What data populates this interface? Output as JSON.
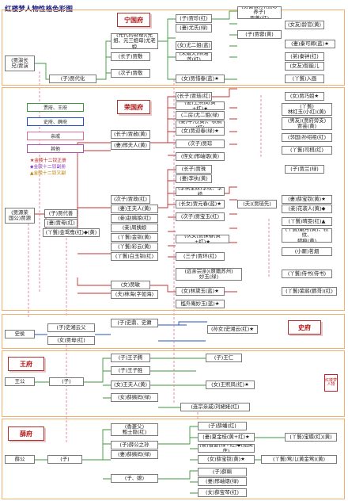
{
  "title": "红楼梦人物性格色彩图",
  "houses": {
    "ning": "宁国府",
    "rong": "荣国府",
    "shi": "史府",
    "wang": "王府",
    "xue": "薛府"
  },
  "legend": {
    "items": [
      "贾府、王府",
      "史府、薛府",
      "亲戚",
      "其他"
    ],
    "notes": [
      "★金陵十二钗正册",
      "◆金陵十二钗副册",
      "▲金陵十二钗又副"
    ]
  },
  "seal_text": "红楼梦人物",
  "nodes": {
    "jia_yan": "(贾演长\n兄)贾演",
    "jia_daihua": "(子)贾代化",
    "jia_fu": "(元代的继母)(元\n姐、元三姐母)尤老娘",
    "ning_sons": "(长子)贾敷",
    "jia_jing": "(次子)贾敬",
    "jia_zhen": "(子)贾珍(红)",
    "you_shi": "(妻)尤氏(绿)",
    "you_er": "(女)尤二姐(蓝)",
    "you_san": "(未婚夫)柳湘莲(红)",
    "jia_rong": "(贾蔷玄孙)(贾珍养子)\n贾蔷(红)",
    "jia_rong2": "(女友)龄官(黄)",
    "jia_rong3": "(子)贾蓉(黄)",
    "qin_keqing": "(妻)秦可卿(蓝)★",
    "qin_zhong": "(弟)秦钟(红)",
    "zhiyuan": "(女友)智能儿",
    "xichun": "(女)贾惜春(蓝)★",
    "ruhua": "(丫鬟)入画",
    "jia_yuan": "(贾源荣\n国公)贾源",
    "jia_daishan": "(子)贾代善",
    "jia_mu": "(妻)贾母(红)",
    "jin_yuanyang": "(丫鬟)金鸳鸯(红)◆(黄)",
    "jia_she": "(长子)贾赦(黄)",
    "xing_furen": "(妻)邢夫人(黄)",
    "jia_lian": "(长子)贾琏(红)",
    "wang_xifeng": "(妻)王熙凤(黄+红)★",
    "ping_er": "(二房)尤二姐(绿)",
    "qiu_tong": "(妾)平儿(黄)、秋桐(红)",
    "jia_qiaojie": "(女)贾巧姐★",
    "lin_honyu": "(丫鬟)\n林红玉(小红)(黄)",
    "jia_yun": "(男友)(贾府旁支)\n贾芸(黄)",
    "yingchun": "(女)贾迎春(绿)★",
    "sun_shaozu": "(邻国)孙绍祖(红)",
    "siqi": "(丫鬟)司棋(红)",
    "jia_cong": "(次子)贾琮",
    "xing_xiuyan": "(侄女)邢岫烟(黄)",
    "jia_zheng": "(次子)贾政(红)",
    "wang_furen": "(妻)王夫人(黄)",
    "zhao_yiniang": "(妾)赵姨娘(红)",
    "zhou_yiniang": "(妾)周姨娘",
    "jin_chuan": "(丫鬟)金钏(黄)",
    "cai_yun": "(丫鬟)彩云(黄)",
    "yu_chuan": "(丫鬟)白玉钏(红)",
    "jia_min": "(女)贾敏",
    "lin_ruhai": "(夫)林海(字如海)",
    "jia_zhu": "(长子)贾珠",
    "li_wan": "(妻)李纨(黄)",
    "jia_lan": "(子)贾兰(绿)",
    "li_wen": "(李纨堂妹)李纹、李绮",
    "yuanchun": "(长女)贾元春(蓝)★",
    "emperor": "(夫)(贾琏先)",
    "baoyu": "(次子)贾宝玉(红)",
    "xue_baochai": "(妻)薛宝钗(黄)★",
    "xiren": "(妾)花袭人(黄)◆",
    "qingwen": "(丫鬟)晴雯(红)▲",
    "sheyue": "(丫鬟)麝月(黄)、秋纹、\n碧痕(黄)",
    "wei_xian": "(小厮)茗烟",
    "tanchun": "(次女)贾探春(黄+红)★",
    "dai_shu": "(三子)贾环(红)",
    "shi_xiangyun": "(丫鬟)侍书(侍书)",
    "miao_yu": "(远亲宗亲)(原籍苏州)\n妙玉(绿)",
    "lin_daiyu": "(女)林黛玉(蓝)★",
    "zijuan": "(丫鬟)紫鹃(鹦哥)(红)",
    "xiangling": "槛外庵妙玉(蓝)★",
    "shi_gong": "史侯",
    "shi_ding": "(子)史鼎、史鼐",
    "shi_xu": "(子)史湘云父",
    "shi_xiangyun2": "(孙女)史湘云(红)★",
    "jia_baoyu_wife": "(女)贾母(红)",
    "wang_gong": "王公",
    "wang_son": "(子)",
    "wang_ziteng": "(子)王子腾",
    "wang_zisheng": "(子)王子胜",
    "wang_furen2": "(女)王夫人(黄)",
    "xue_yima": "(女)薛姨妈(绿)",
    "wang_ren": "(子)王仁",
    "wang_xifeng2": "(女)王熙凤(红)★",
    "liu_laolao": "(连宗亲戚)刘姥姥(红)",
    "xue_gong": "薛公",
    "xue_son": "(子)",
    "xue_fu": "(子)薛公之孙",
    "xue_yima2": "(妻)薛姨妈(绿)",
    "zhen_shiyin": "(香菱父)\n甄士隐(红)",
    "xue_pan": "(子)薛蟠(红)",
    "xia_jingui": "(妻)夏金桂(黄+红)★",
    "xiangling2": "(妾)香菱(绿+红)◆(甄英莲)",
    "baochai2": "(女)薛宝钗(黄)★",
    "ying_er": "(丫鬟)莺儿(黄金莺)(黄)",
    "baochan": "(丫鬟)宝蟾(红)(黄)",
    "xue_ke": "(子)薛蝌",
    "xing_xiuyan2": "(妻)邢岫烟(绿)",
    "xue_baoqin": "(女)薛宝琴(红)",
    "xue_er": "(子、媳)"
  }
}
